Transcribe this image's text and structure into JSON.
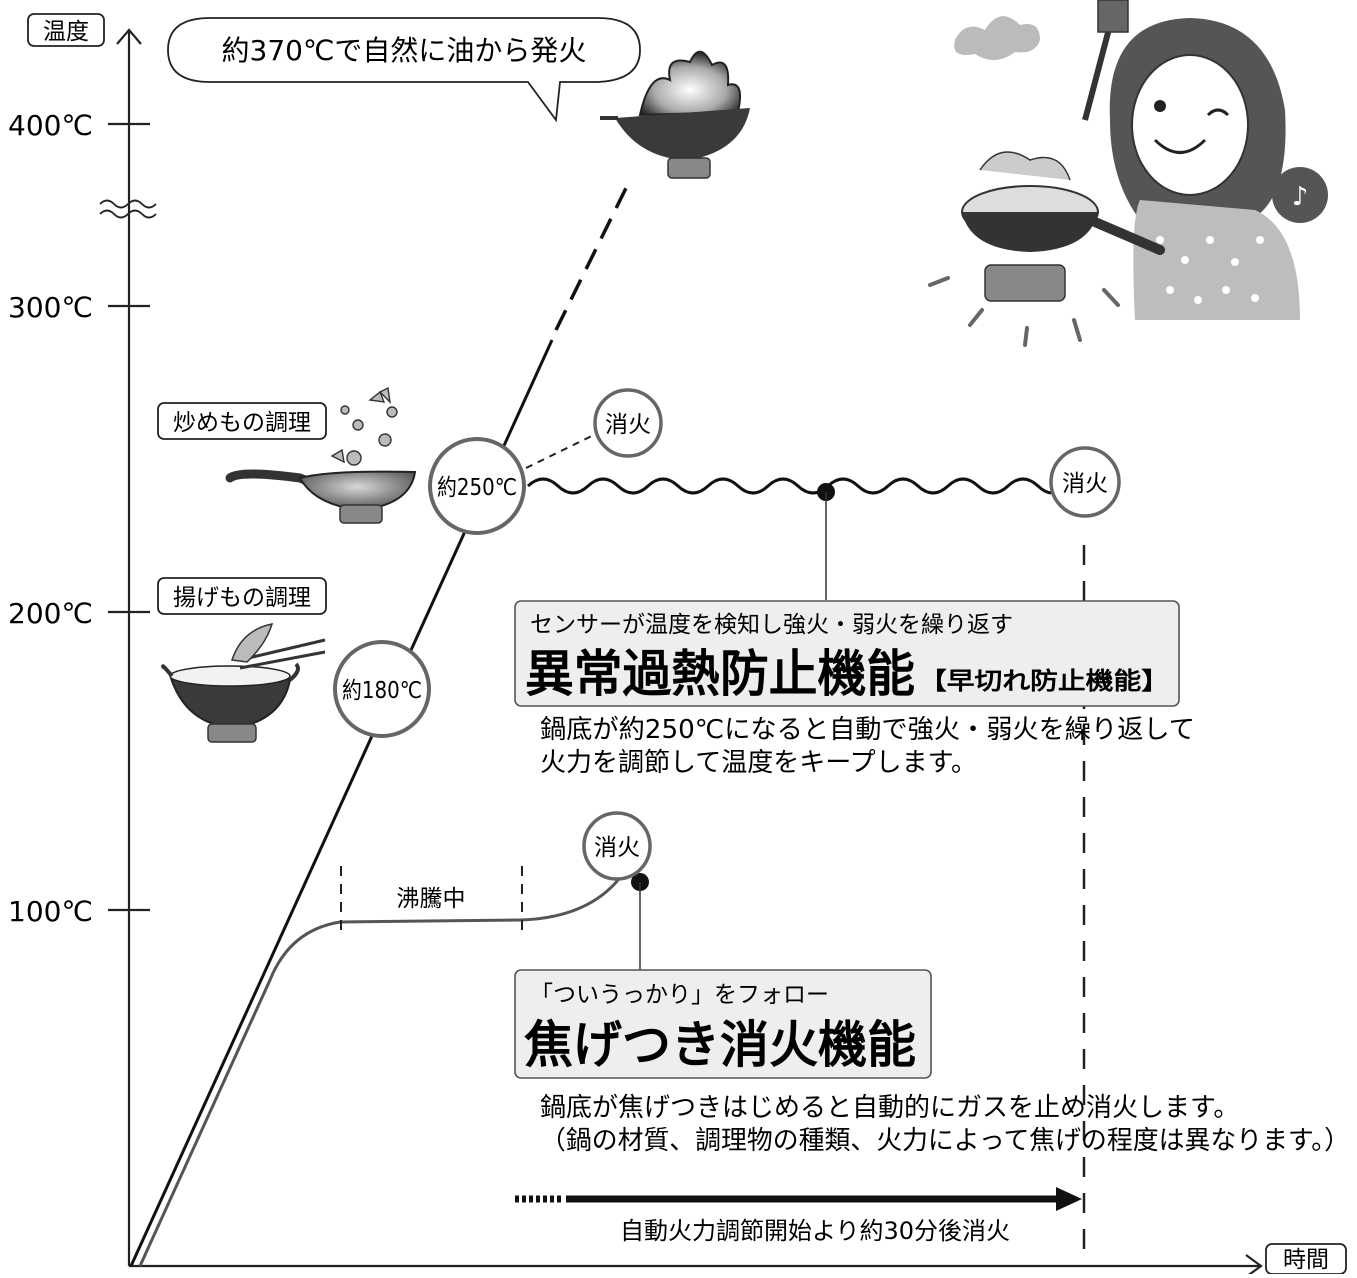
{
  "axes": {
    "y_label": "温度",
    "x_label": "時間",
    "y_ticks": [
      {
        "label": "400℃",
        "value": 400
      },
      {
        "label": "300℃",
        "value": 300
      },
      {
        "label": "200℃",
        "value": 200
      },
      {
        "label": "100℃",
        "value": 100
      }
    ],
    "axis_break": "≈"
  },
  "ignition": {
    "bubble_text": "約370℃で自然に油から発火"
  },
  "cooking_labels": {
    "stir_fry": "炒めもの調理",
    "deep_fry": "揚げもの調理"
  },
  "temperature_markers": {
    "t250": "約250℃",
    "t180": "約180℃"
  },
  "extinguish_label": "消火",
  "boiling_label": "沸騰中",
  "overheat_feature": {
    "subtitle": "センサーが温度を検知し強火・弱火を繰り返す",
    "title_main": "異常過熱防止機能",
    "title_bracket": "【早切れ防止機能】",
    "description_line1": "鍋底が約250℃になると自動で強火・弱火を繰り返して",
    "description_line2": "火力を調節して温度をキープします。"
  },
  "scorch_feature": {
    "subtitle": "「ついうっかり」をフォロー",
    "title": "焦げつき消火機能",
    "description_line1": "鍋底が焦げつきはじめると自動的にガスを止め消火します。",
    "description_line2": "（鍋の材質、調理物の種類、火力によって焦げの程度は異なります。）"
  },
  "auto_timer": {
    "label": "自動火力調節開始より約30分後消火"
  },
  "colors": {
    "line": "#222222",
    "gray_line": "#555555",
    "circle_stroke": "#606060",
    "box_fill": "#eeeeee",
    "box_stroke": "#555555",
    "pan_dark": "#3a3a3a",
    "pan_light": "#9a9a9a"
  }
}
